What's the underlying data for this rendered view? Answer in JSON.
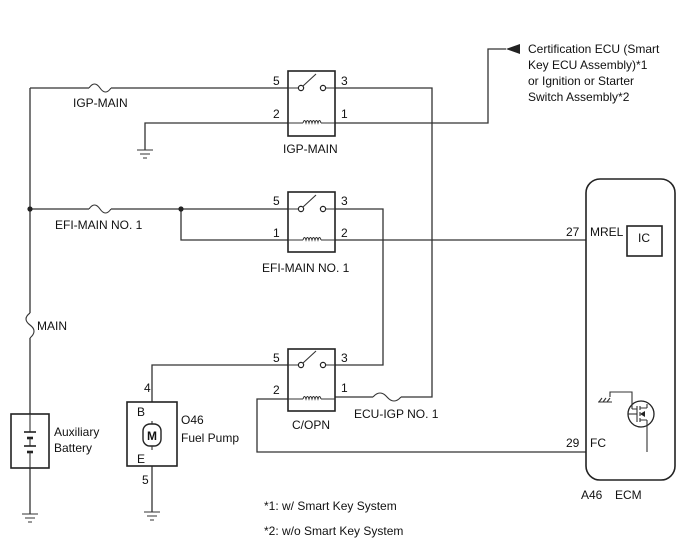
{
  "relays": [
    {
      "name": "IGP-MAIN",
      "pins": {
        "p5": "5",
        "p3": "3",
        "p2": "2",
        "p1": "1"
      }
    },
    {
      "name": "EFI-MAIN NO. 1",
      "pins": {
        "p5": "5",
        "p3": "3",
        "p1": "1",
        "p2": "2"
      }
    },
    {
      "name": "C/OPN",
      "pins": {
        "p5": "5",
        "p3": "3",
        "p2": "2",
        "p1": "1"
      }
    }
  ],
  "fuses": {
    "igp_main": "IGP-MAIN",
    "efi_main": "EFI-MAIN NO. 1",
    "main": "MAIN",
    "ecu_igp": "ECU-IGP NO. 1"
  },
  "battery": {
    "line1": "Auxiliary",
    "line2": "Battery"
  },
  "fuel_pump": {
    "code": "O46",
    "name": "Fuel Pump",
    "pin_top": "4",
    "pin_bottom": "5",
    "label_b": "B",
    "label_e": "E",
    "motor": "M"
  },
  "ecm": {
    "code": "A46",
    "name": "ECM",
    "ic": "IC",
    "mrel_pin": "27",
    "mrel": "MREL",
    "fc_pin": "29",
    "fc": "FC"
  },
  "external": {
    "line1": "Certification ECU (Smart",
    "line2": "Key ECU Assembly)*1",
    "line3": "or Ignition or Starter",
    "line4": "Switch Assembly*2"
  },
  "notes": [
    "*1: w/ Smart Key System",
    "*2: w/o Smart Key System"
  ]
}
